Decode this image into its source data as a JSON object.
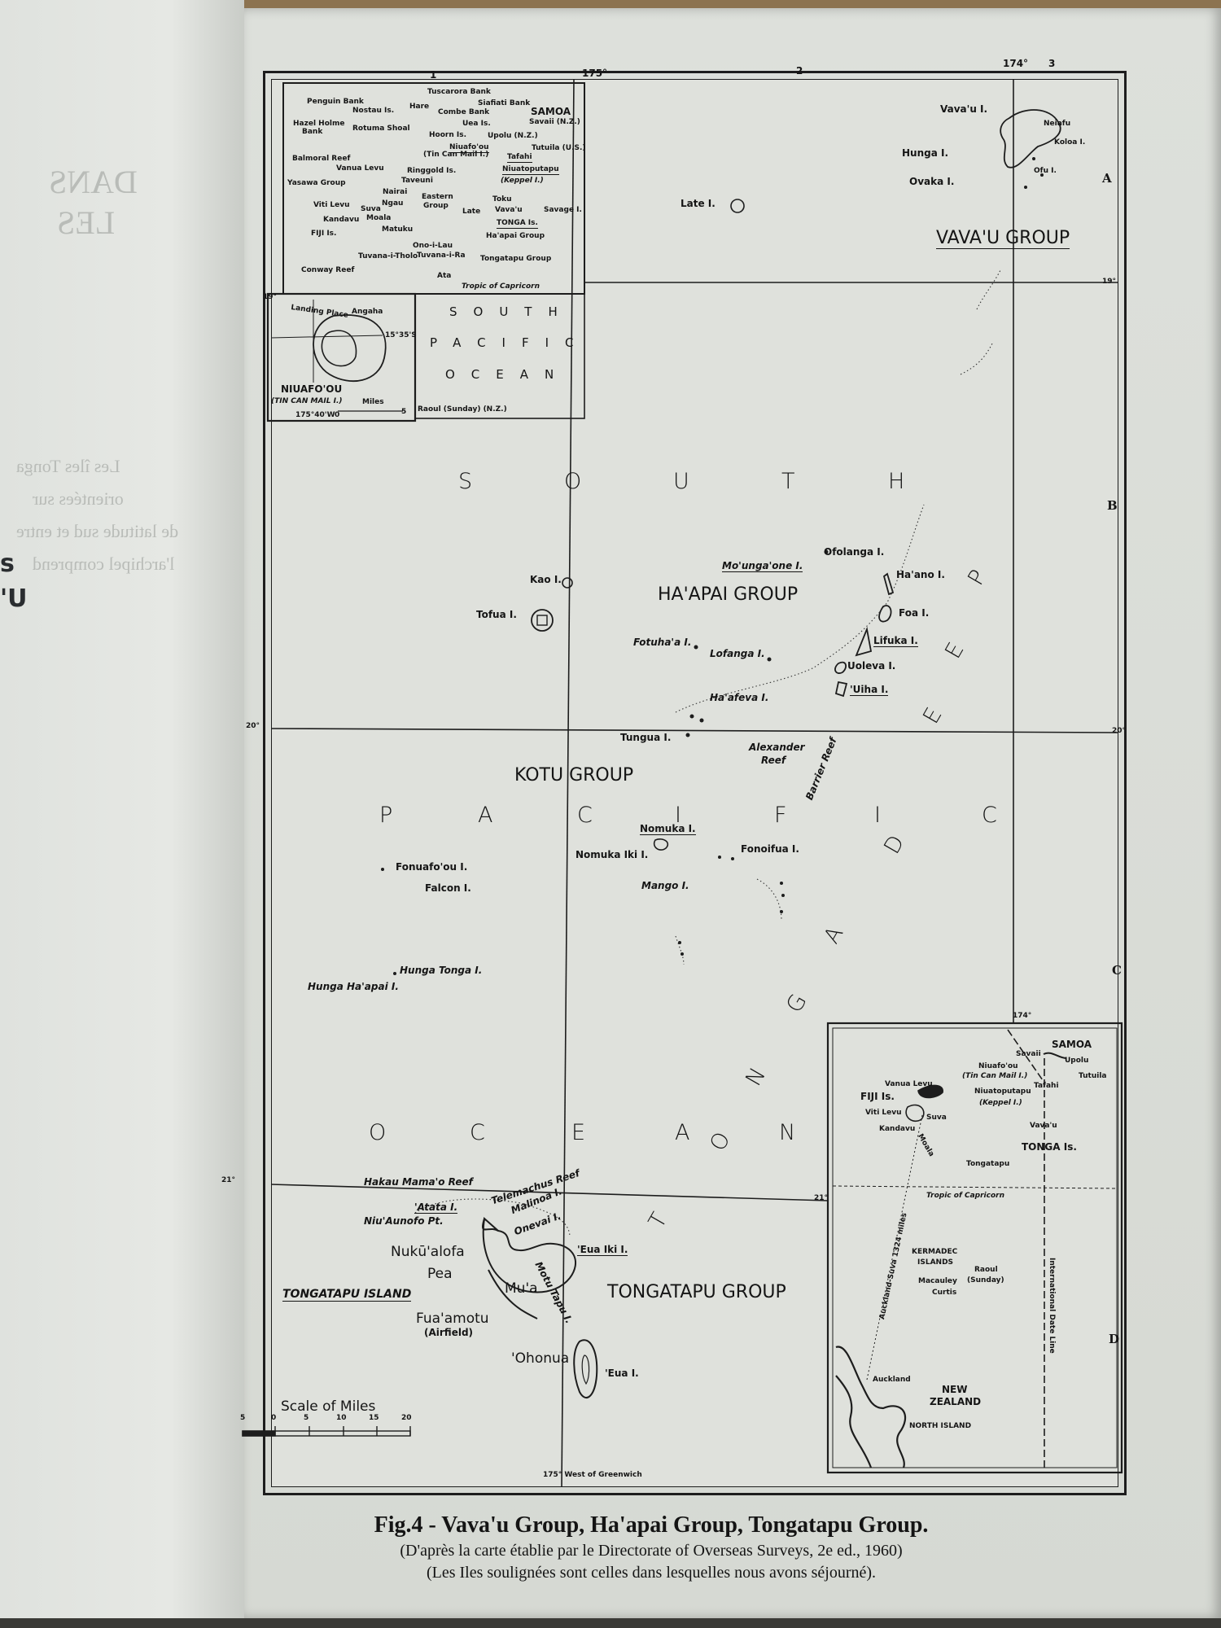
{
  "left_page": {
    "fragments": [
      "s",
      "'U"
    ],
    "ghost_text": [
      "DANS",
      "LES",
      "Les îles Tonga",
      "orientées sur",
      "de latitude sud et entre",
      "l'archipel comprend"
    ]
  },
  "grid_refs": {
    "top": [
      "1",
      "175°",
      "2",
      "174°",
      "3"
    ],
    "right": [
      "A",
      "B",
      "C",
      "D"
    ],
    "left_degrees": [
      "19°",
      "20°",
      "21°"
    ],
    "right_degrees": [
      "19°",
      "20°",
      "21°"
    ],
    "bottom": "175° West of Greenwich",
    "inset_174": "174°"
  },
  "ocean_letters": {
    "south": [
      "S",
      "O",
      "U",
      "T",
      "H"
    ],
    "pacific": [
      "P",
      "A",
      "C",
      "I",
      "F",
      "I",
      "C"
    ],
    "ocean": [
      "O",
      "C",
      "E",
      "A",
      "N"
    ],
    "tonga_deep": [
      "T",
      "O",
      "N",
      "G",
      "A",
      "D",
      "E",
      "E",
      "P"
    ]
  },
  "main_map": {
    "labels": [
      {
        "text": "Vava'u I.",
        "underlined": false
      },
      {
        "text": "Neiafu",
        "underlined": false
      },
      {
        "text": "Koloa I.",
        "underlined": false
      },
      {
        "text": "Hunga I.",
        "underlined": false
      },
      {
        "text": "Ofu I.",
        "underlined": false
      },
      {
        "text": "Ovaka I.",
        "underlined": false
      },
      {
        "text": "VAVA'U GROUP",
        "underlined": true
      },
      {
        "text": "Late I.",
        "underlined": false
      },
      {
        "text": "Ofolanga I.",
        "underlined": false
      },
      {
        "text": "Mo'unga'one I.",
        "underlined": true
      },
      {
        "text": "Ha'ano I.",
        "underlined": false
      },
      {
        "text": "Kao I.",
        "underlined": false
      },
      {
        "text": "HA'APAI GROUP",
        "underlined": false
      },
      {
        "text": "Tofua I.",
        "underlined": false
      },
      {
        "text": "Foa I.",
        "underlined": false
      },
      {
        "text": "Fotuha'a I.",
        "underlined": false
      },
      {
        "text": "Lifuka I.",
        "underlined": true
      },
      {
        "text": "Lofanga I.",
        "underlined": false
      },
      {
        "text": "Uoleva I.",
        "underlined": false
      },
      {
        "text": "'Uiha I.",
        "underlined": true
      },
      {
        "text": "Ha'afeva I.",
        "underlined": false
      },
      {
        "text": "Tungua I.",
        "underlined": false
      },
      {
        "text": "Alexander",
        "underlined": false
      },
      {
        "text": "Reef",
        "underlined": false
      },
      {
        "text": "Barrier Reef",
        "underlined": false
      },
      {
        "text": "KOTU GROUP",
        "underlined": false
      },
      {
        "text": "Nomuka I.",
        "underlined": true
      },
      {
        "text": "Nomuka Iki I.",
        "underlined": false
      },
      {
        "text": "Fonoifua I.",
        "underlined": false
      },
      {
        "text": "Fonuafo'ou I.",
        "underlined": false
      },
      {
        "text": "Falcon I.",
        "underlined": false
      },
      {
        "text": "Mango I.",
        "underlined": false
      },
      {
        "text": "Hunga Tonga I.",
        "underlined": false
      },
      {
        "text": "Hunga Ha'apai I.",
        "underlined": false
      },
      {
        "text": "Hakau Mama'o Reef",
        "underlined": false
      },
      {
        "text": "Telemachus Reef",
        "underlined": false
      },
      {
        "text": "Malinoa I.",
        "underlined": false
      },
      {
        "text": "'Atata I.",
        "underlined": true
      },
      {
        "text": "Niu'Aunofo Pt.",
        "underlined": false
      },
      {
        "text": "Onevai I.",
        "underlined": false
      },
      {
        "text": "Nukū'alofa",
        "underlined": false
      },
      {
        "text": "'Eua Iki I.",
        "underlined": true
      },
      {
        "text": "Motu Tapu I.",
        "underlined": false
      },
      {
        "text": "Pea",
        "underlined": false
      },
      {
        "text": "TONGATAPU ISLAND",
        "underlined": true
      },
      {
        "text": "Mu'a",
        "underlined": false
      },
      {
        "text": "TONGATAPU GROUP",
        "underlined": false
      },
      {
        "text": "Fua'amotu",
        "underlined": false
      },
      {
        "text": "(Airfield)",
        "underlined": false
      },
      {
        "text": "'Ohonua",
        "underlined": false
      },
      {
        "text": "'Eua I.",
        "underlined": false
      }
    ],
    "scale": {
      "title": "Scale of Miles",
      "ticks": [
        "5",
        "0",
        "5",
        "10",
        "15",
        "20"
      ]
    }
  },
  "top_inset": {
    "labels": [
      {
        "text": "Penguin Bank",
        "underlined": false
      },
      {
        "text": "Nostau Is.",
        "underlined": false
      },
      {
        "text": "Hare",
        "underlined": false
      },
      {
        "text": "Tuscarora Bank",
        "underlined": false
      },
      {
        "text": "Siafiati Bank",
        "underlined": false
      },
      {
        "text": "SAMOA",
        "underlined": false
      },
      {
        "text": "Combe Bank",
        "underlined": false
      },
      {
        "text": "Hazel Holme",
        "underlined": false
      },
      {
        "text": "Bank",
        "underlined": false
      },
      {
        "text": "Rotuma Shoal",
        "underlined": false
      },
      {
        "text": "Uea Is.",
        "underlined": false
      },
      {
        "text": "Savaii (N.Z.)",
        "underlined": false
      },
      {
        "text": "Hoorn Is.",
        "underlined": false
      },
      {
        "text": "Upolu (N.Z.)",
        "underlined": false
      },
      {
        "text": "Tutuila (U.S.)",
        "underlined": false
      },
      {
        "text": "Niuafo'ou",
        "underlined": true
      },
      {
        "text": "(Tin Can Mail I.)",
        "underlined": false
      },
      {
        "text": "Balmoral Reef",
        "underlined": false
      },
      {
        "text": "Tafahi",
        "underlined": true
      },
      {
        "text": "Vanua Levu",
        "underlined": false
      },
      {
        "text": "Ringgold Is.",
        "underlined": false
      },
      {
        "text": "Niuatoputapu",
        "underlined": true
      },
      {
        "text": "(Keppel I.)",
        "underlined": false
      },
      {
        "text": "Yasawa Group",
        "underlined": false
      },
      {
        "text": "Taveuni",
        "underlined": false
      },
      {
        "text": "Nairai",
        "underlined": false
      },
      {
        "text": "Eastern",
        "underlined": false
      },
      {
        "text": "Group",
        "underlined": false
      },
      {
        "text": "Viti Levu",
        "underlined": false
      },
      {
        "text": "Ngau",
        "underlined": false
      },
      {
        "text": "Suva",
        "underlined": false
      },
      {
        "text": "Toku",
        "underlined": false
      },
      {
        "text": "Late",
        "underlined": false
      },
      {
        "text": "Vava'u",
        "underlined": false
      },
      {
        "text": "Savage I.",
        "underlined": false
      },
      {
        "text": "Kandavu",
        "underlined": false
      },
      {
        "text": "Moala",
        "underlined": false
      },
      {
        "text": "Matuku",
        "underlined": false
      },
      {
        "text": "TONGA Is.",
        "underlined": true
      },
      {
        "text": "FIJI Is.",
        "underlined": false
      },
      {
        "text": "Ha'apai Group",
        "underlined": false
      },
      {
        "text": "Ono-i-Lau",
        "underlined": false
      },
      {
        "text": "Tuvana-i-Tholo",
        "underlined": false
      },
      {
        "text": "Tuvana-i-Ra",
        "underlined": false
      },
      {
        "text": "Tongatapu Group",
        "underlined": false
      },
      {
        "text": "Conway Reef",
        "underlined": false
      },
      {
        "text": "Ata",
        "underlined": false
      },
      {
        "text": "Tropic of Capricorn",
        "underlined": false
      }
    ]
  },
  "niuafoou_inset": {
    "labels": [
      {
        "text": "Landing Place",
        "underlined": false
      },
      {
        "text": "Angaha",
        "underlined": false
      },
      {
        "text": "15°35'S",
        "underlined": false
      },
      {
        "text": "NIUAFO'OU",
        "underlined": false
      },
      {
        "text": "(TIN CAN MAIL I.)",
        "underlined": false
      },
      {
        "text": "Miles",
        "underlined": false
      },
      {
        "text": "175°40'W",
        "underlined": false
      },
      {
        "text": "0",
        "underlined": false
      },
      {
        "text": "5",
        "underlined": false
      }
    ]
  },
  "ocean_box": {
    "lines": [
      "SOUTH",
      "PACIFIC",
      "OCEAN"
    ],
    "raoul": "Raoul (Sunday) (N.Z.)"
  },
  "bottom_inset": {
    "labels": [
      {
        "text": "SAMOA",
        "underlined": false
      },
      {
        "text": "Savaii",
        "underlined": false
      },
      {
        "text": "Upolu",
        "underlined": false
      },
      {
        "text": "Niuafo'ou",
        "underlined": false
      },
      {
        "text": "(Tin Can Mail I.)",
        "underlined": false
      },
      {
        "text": "Tutuila",
        "underlined": false
      },
      {
        "text": "Vanua Levu",
        "underlined": false
      },
      {
        "text": "Tafahi",
        "underlined": false
      },
      {
        "text": "Niuatoputapu",
        "underlined": false
      },
      {
        "text": "FIJI Is.",
        "underlined": false
      },
      {
        "text": "(Keppel I.)",
        "underlined": false
      },
      {
        "text": "Viti Levu",
        "underlined": false
      },
      {
        "text": "Suva",
        "underlined": false
      },
      {
        "text": "Vava'u",
        "underlined": false
      },
      {
        "text": "Kandavu",
        "underlined": false
      },
      {
        "text": "Moala",
        "underlined": false
      },
      {
        "text": "TONGA Is.",
        "underlined": false
      },
      {
        "text": "Tongatapu",
        "underlined": false
      },
      {
        "text": "Tropic of Capricorn",
        "underlined": false
      },
      {
        "text": "Auckland-Suva 1324 miles",
        "underlined": false
      },
      {
        "text": "KERMADEC",
        "underlined": false
      },
      {
        "text": "ISLANDS",
        "underlined": false
      },
      {
        "text": "Raoul",
        "underlined": false
      },
      {
        "text": "(Sunday)",
        "underlined": false
      },
      {
        "text": "Macauley",
        "underlined": false
      },
      {
        "text": "Curtis",
        "underlined": false
      },
      {
        "text": "International Date Line",
        "underlined": false
      },
      {
        "text": "Auckland",
        "underlined": false
      },
      {
        "text": "NEW",
        "underlined": false
      },
      {
        "text": "ZEALAND",
        "underlined": false
      },
      {
        "text": "NORTH ISLAND",
        "underlined": false
      }
    ]
  },
  "caption": {
    "title": "Fig.4 - Vava'u Group, Ha'apai Group, Tongatapu Group.",
    "line1": "(D'après la carte établie par le Directorate of Overseas Surveys, 2e ed., 1960)",
    "line2": "(Les Iles soulignées sont celles dans lesquelles nous avons séjourné)."
  },
  "colors": {
    "ink": "#151515",
    "paper": "#dfe1dc",
    "page": "#d9dcd6"
  }
}
